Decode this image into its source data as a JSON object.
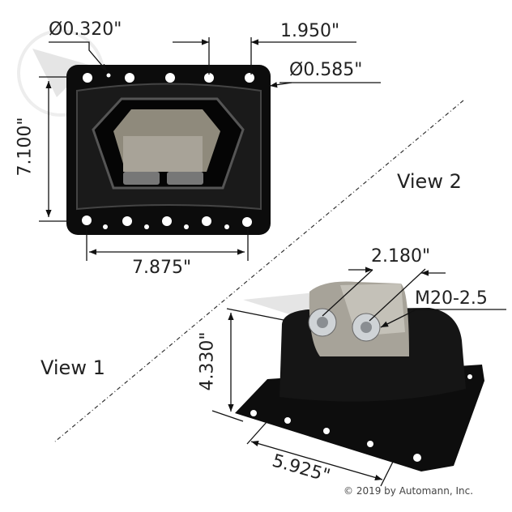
{
  "view2": {
    "label": "View 2",
    "dims": {
      "small_hole_dia": "Ø0.320\"",
      "hole_spacing": "1.950\"",
      "large_hole_dia": "Ø0.585\"",
      "height": "7.100\"",
      "width": "7.875\""
    }
  },
  "view1": {
    "label": "View 1",
    "dims": {
      "stud_spacing": "2.180\"",
      "thread": "M20-2.5",
      "height": "4.330\"",
      "depth": "5.925\""
    }
  },
  "copyright": "© 2019 by Automann, Inc.",
  "colors": {
    "part": "#111111",
    "rubber": "#a9a69c",
    "dim_line": "#111111",
    "watermark": "#cfcfcf"
  }
}
